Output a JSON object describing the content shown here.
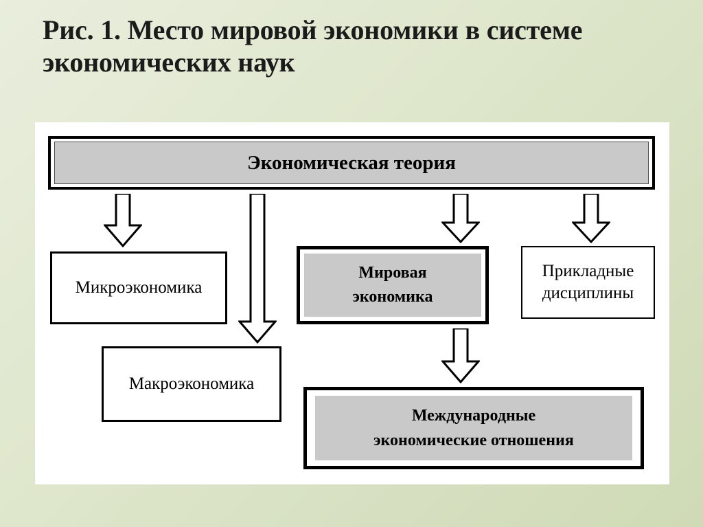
{
  "slide": {
    "title": "Рис. 1. Место мировой экономики в системе экономических наук",
    "background_color": "#dfe7cd",
    "panel_color": "#ffffff",
    "accent_fill": "#c9c9c9"
  },
  "diagram": {
    "type": "flowchart",
    "nodes": [
      {
        "id": "theory",
        "label": "Экономическая теория",
        "highlighted": true
      },
      {
        "id": "micro",
        "label": "Микроэкономика",
        "highlighted": false
      },
      {
        "id": "macro",
        "label": "Макроэкономика",
        "highlighted": false
      },
      {
        "id": "world",
        "label_line1": "Мировая",
        "label_line2": "экономика",
        "highlighted": true
      },
      {
        "id": "applied",
        "label_line1": "Прикладные",
        "label_line2": "дисциплины",
        "highlighted": false
      },
      {
        "id": "inter",
        "label_line1": "Международные",
        "label_line2": "экономические отношения",
        "highlighted": true
      }
    ],
    "edges": [
      {
        "from": "theory",
        "to": "micro",
        "shape": "down-arrow"
      },
      {
        "from": "theory",
        "to": "macro",
        "shape": "down-arrow-long"
      },
      {
        "from": "theory",
        "to": "world",
        "shape": "down-arrow"
      },
      {
        "from": "theory",
        "to": "applied",
        "shape": "down-arrow"
      },
      {
        "from": "world",
        "to": "inter",
        "shape": "down-arrow"
      }
    ]
  }
}
